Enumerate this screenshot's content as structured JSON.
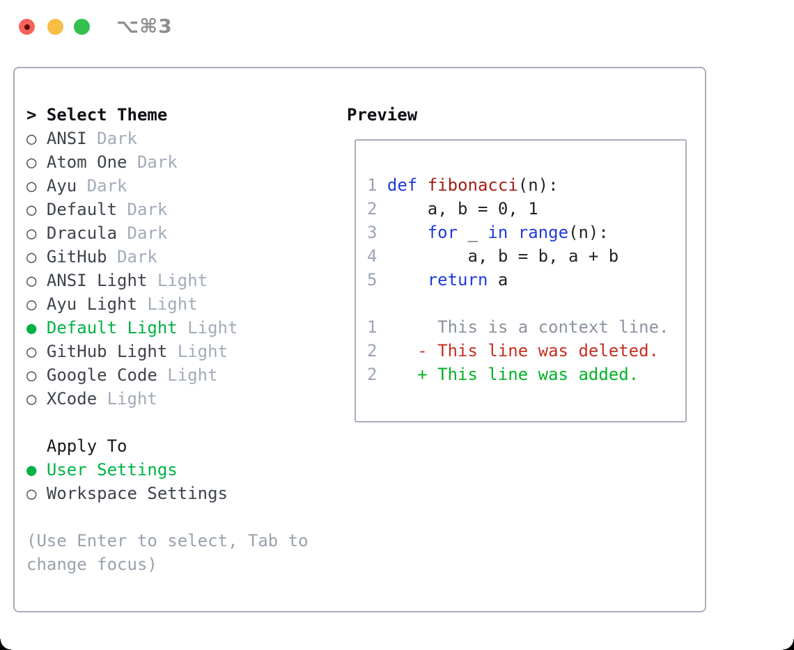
{
  "window": {
    "shortcut_label": "⌥⌘3"
  },
  "markers": {
    "selected": "●",
    "unselected": "○"
  },
  "colors": {
    "accent_green": "#00b244",
    "keyword_blue": "#1e3bdb",
    "function_red": "#a31d15",
    "diff_deleted_red": "#c52f21",
    "diff_added_green": "#00b227",
    "context_gray": "#8b939e",
    "line_number_gray": "#9aa4b2",
    "variant_gray": "#a2abb8",
    "border_gray": "#a8aeb8",
    "traffic_red": "#f4645c",
    "traffic_red_dot": "#5c0d05",
    "traffic_yellow": "#f7bd45",
    "traffic_green": "#33c04e"
  },
  "theme_selector": {
    "header_prefix": ">",
    "header": "Select Theme",
    "items": [
      {
        "name": "ANSI",
        "variant": "Dark",
        "selected": false
      },
      {
        "name": "Atom One",
        "variant": "Dark",
        "selected": false
      },
      {
        "name": "Ayu",
        "variant": "Dark",
        "selected": false
      },
      {
        "name": "Default",
        "variant": "Dark",
        "selected": false
      },
      {
        "name": "Dracula",
        "variant": "Dark",
        "selected": false
      },
      {
        "name": "GitHub",
        "variant": "Dark",
        "selected": false
      },
      {
        "name": "ANSI Light",
        "variant": "Light",
        "selected": false
      },
      {
        "name": "Ayu Light",
        "variant": "Light",
        "selected": false
      },
      {
        "name": "Default Light",
        "variant": "Light",
        "selected": true
      },
      {
        "name": "GitHub Light",
        "variant": "Light",
        "selected": false
      },
      {
        "name": "Google Code",
        "variant": "Light",
        "selected": false
      },
      {
        "name": "XCode",
        "variant": "Light",
        "selected": false
      }
    ]
  },
  "apply_to": {
    "header": "Apply To",
    "options": [
      {
        "label": "User Settings",
        "selected": true
      },
      {
        "label": "Workspace Settings",
        "selected": false
      }
    ]
  },
  "help_text": "(Use Enter to select, Tab to change focus)",
  "preview": {
    "title": "Preview",
    "code_lines": [
      {
        "num": "1",
        "tokens": [
          {
            "t": " "
          },
          {
            "t": "def",
            "c": "kw"
          },
          {
            "t": " "
          },
          {
            "t": "fibonacci",
            "c": "fn"
          },
          {
            "t": "(n):"
          }
        ]
      },
      {
        "num": "2",
        "tokens": [
          {
            "t": "     a, b = 0, 1"
          }
        ]
      },
      {
        "num": "3",
        "tokens": [
          {
            "t": "     "
          },
          {
            "t": "for",
            "c": "kw"
          },
          {
            "t": " _ "
          },
          {
            "t": "in",
            "c": "kw"
          },
          {
            "t": " "
          },
          {
            "t": "range",
            "c": "kw"
          },
          {
            "t": "(n):"
          }
        ]
      },
      {
        "num": "4",
        "tokens": [
          {
            "t": "         a, b = b, a + b"
          }
        ]
      },
      {
        "num": "5",
        "tokens": [
          {
            "t": "     "
          },
          {
            "t": "return",
            "c": "kw"
          },
          {
            "t": " a"
          }
        ]
      }
    ],
    "diff_lines": [
      {
        "num": "1",
        "kind": "ctx",
        "text": "      This is a context line."
      },
      {
        "num": "2",
        "kind": "del",
        "text": "    - This line was deleted."
      },
      {
        "num": "2",
        "kind": "add",
        "text": "    + This line was added."
      }
    ]
  }
}
